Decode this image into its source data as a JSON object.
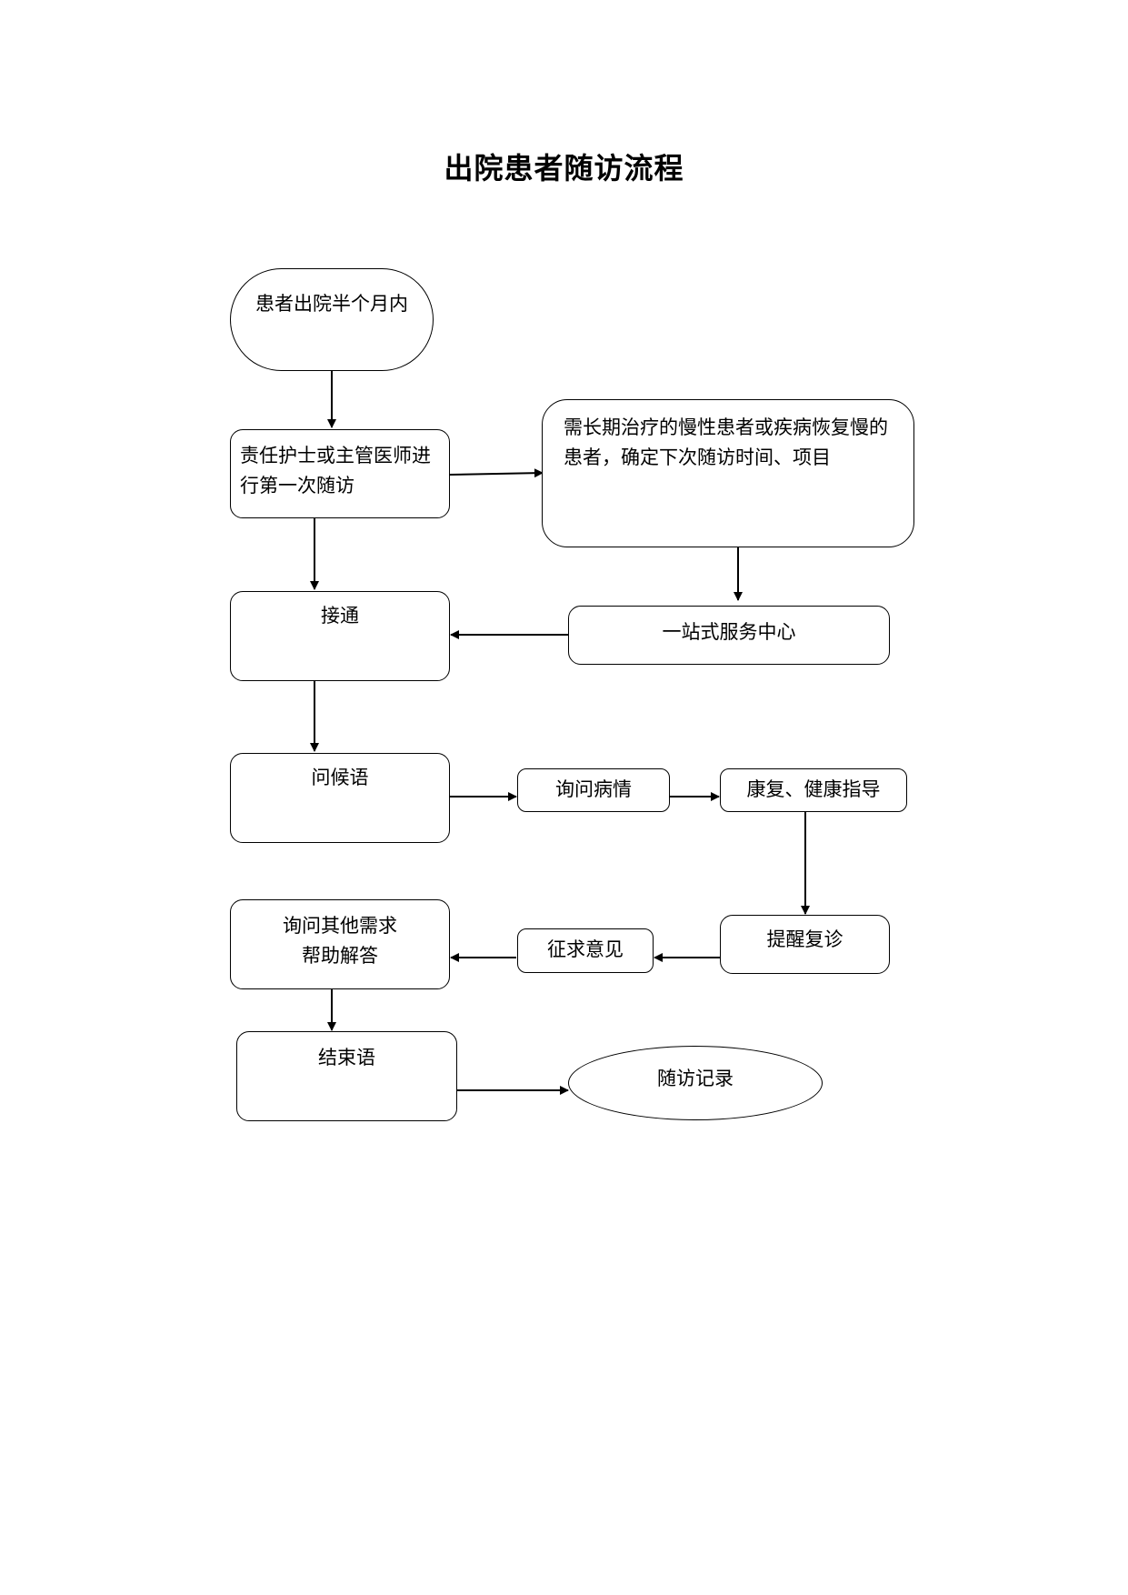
{
  "title": "出院患者随访流程",
  "nodes": {
    "start": "患者出院半个月内",
    "first_followup": "责任护士或主管医师进行第一次随访",
    "chronic": "需长期治疗的慢性患者或疾病恢复慢的患者，确定下次随访时间、项目",
    "connected": "接通",
    "service_center": "一站式服务中心",
    "greeting": "问候语",
    "ask_condition": "询问病情",
    "rehab_guidance": "康复、健康指导",
    "other_needs_line1": "询问其他需求",
    "other_needs_line2": "帮助解答",
    "opinion": "征求意见",
    "remind_revisit": "提醒复诊",
    "closing": "结束语",
    "record": "随访记录"
  },
  "colors": {
    "stroke": "#000000",
    "background": "#ffffff"
  }
}
